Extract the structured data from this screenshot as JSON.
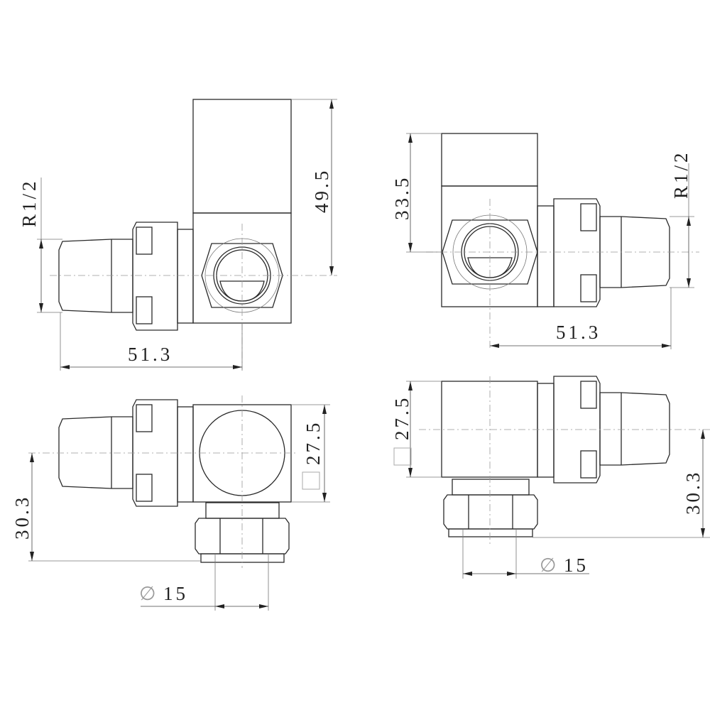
{
  "title": "Corner radiator valve dimension drawing",
  "views": {
    "top_left": {
      "height": "49.5",
      "length": "51.3",
      "thread": "R1/2"
    },
    "top_right": {
      "height": "33.5",
      "length": "51.3",
      "thread": "R1/2"
    },
    "bottom_left": {
      "square": "27.5",
      "offset": "30.3",
      "pipe": "15"
    },
    "bottom_right": {
      "square": "27.5",
      "offset": "30.3",
      "pipe": "15"
    }
  },
  "symbols": {
    "diameter": "∅",
    "square": "□"
  }
}
